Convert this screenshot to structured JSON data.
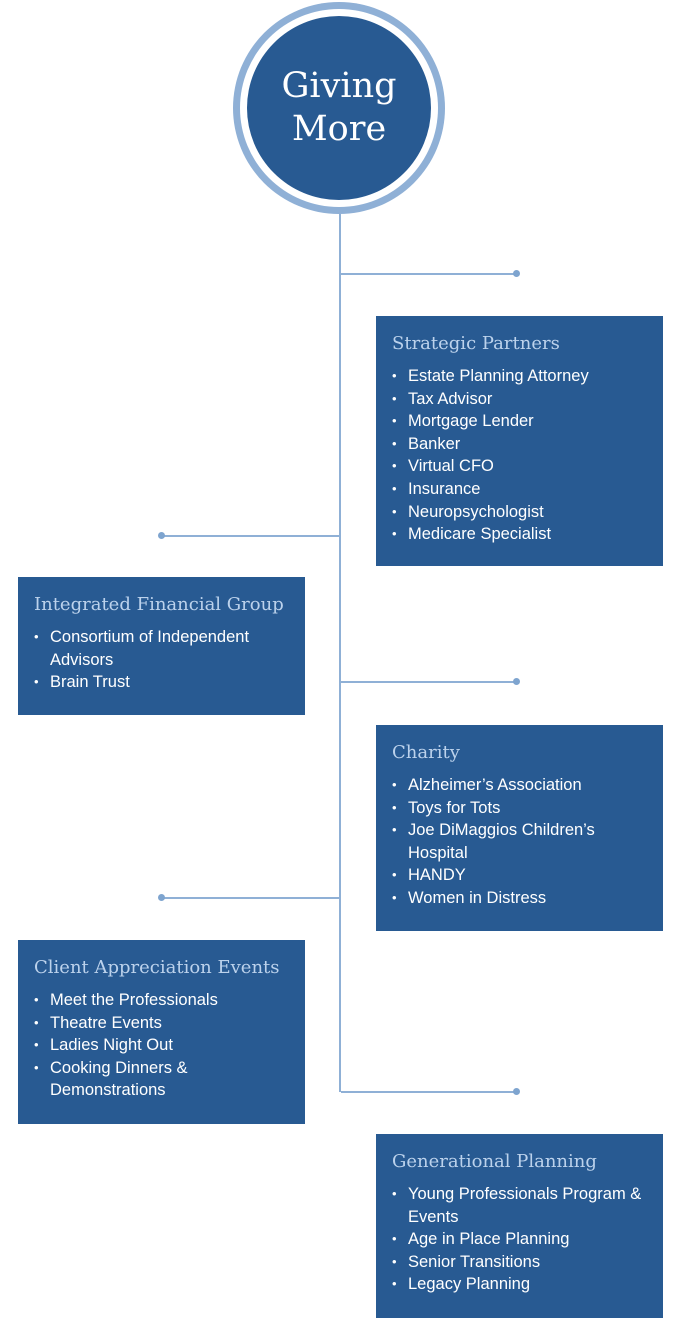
{
  "hub": {
    "title": "Giving More"
  },
  "colors": {
    "box": "#285a92",
    "connector": "#8fb0d6",
    "title_text": "#bcd2ec"
  },
  "branches": [
    {
      "title": "Strategic Partners",
      "items": [
        "Estate Planning Attorney",
        "Tax Advisor",
        "Mortgage Lender",
        "Banker",
        "Virtual CFO",
        "Insurance",
        "Neuropsychologist",
        "Medicare Specialist"
      ]
    },
    {
      "title": "Integrated Financial Group",
      "items": [
        "Consortium of Independent Advisors",
        "Brain Trust"
      ]
    },
    {
      "title": "Charity",
      "items": [
        "Alzheimer’s Association",
        "Toys for Tots",
        "Joe DiMaggios Children’s Hospital",
        "HANDY",
        "Women in Distress"
      ]
    },
    {
      "title": "Client Appreciation Events",
      "items": [
        "Meet the Professionals",
        "Theatre Events",
        "Ladies Night Out",
        "Cooking Dinners & Demonstrations"
      ]
    },
    {
      "title": "Generational Planning",
      "items": [
        "Young Professionals Program & Events",
        "Age in Place Planning",
        "Senior Transitions",
        "Legacy Planning"
      ]
    }
  ]
}
